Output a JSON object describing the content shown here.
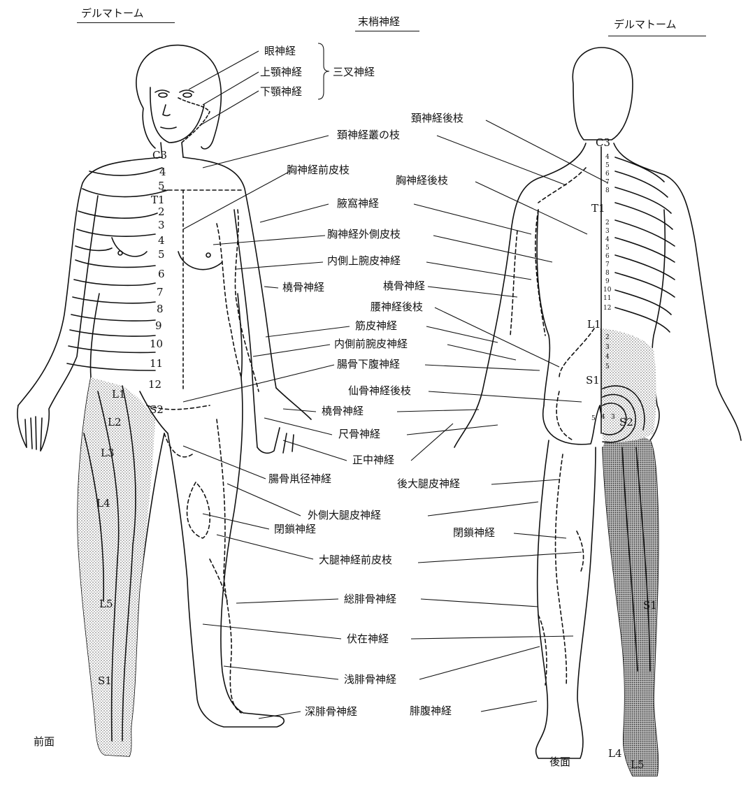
{
  "headers": {
    "left": "デルマトーム",
    "center": "末梢神経",
    "right": "デルマトーム"
  },
  "views": {
    "front": "前面",
    "back": "後面"
  },
  "trigeminal": {
    "branches": [
      "眼神経",
      "上顎神経",
      "下顎神経"
    ],
    "group": "三叉神経"
  },
  "nerve_labels": [
    "頚神経後枝",
    "頚神経叢の枝",
    "胸神経前皮枝",
    "胸神経後枝",
    "腋窩神経",
    "胸神経外側皮枝",
    "内側上腕皮神経",
    "橈骨神経",
    "橈骨神経",
    "腰神経後枝",
    "筋皮神経",
    "内側前腕皮神経",
    "腸骨下腹神経",
    "仙骨神経後枝",
    "橈骨神経",
    "尺骨神経",
    "正中神経",
    "腸骨鼡径神経",
    "後大腿皮神経",
    "外側大腿皮神経",
    "閉鎖神経",
    "閉鎖神経",
    "大腿神経前皮枝",
    "総腓骨神経",
    "伏在神経",
    "浅腓骨神経",
    "深腓骨神経",
    "腓腹神経"
  ],
  "front_dermatomes": [
    "C3",
    "4",
    "5",
    "T1",
    "2",
    "3",
    "4",
    "5",
    "6",
    "7",
    "8",
    "9",
    "10",
    "11",
    "12",
    "L1",
    "L2",
    "L3",
    "L4",
    "L5",
    "S1",
    "S2"
  ],
  "back_dermatomes": {
    "major": [
      "C3",
      "T1",
      "L1",
      "S1",
      "S2",
      "S1",
      "L4",
      "L5"
    ],
    "cervical_minor": [
      "4",
      "5",
      "6",
      "7",
      "8"
    ],
    "thoracic_minor": [
      "2",
      "3",
      "4",
      "5",
      "6",
      "7",
      "8",
      "9",
      "10",
      "11",
      "12"
    ],
    "lumbar_minor": [
      "2",
      "3",
      "4",
      "5"
    ],
    "sacral_minor": [
      "5",
      "4",
      "3"
    ]
  }
}
